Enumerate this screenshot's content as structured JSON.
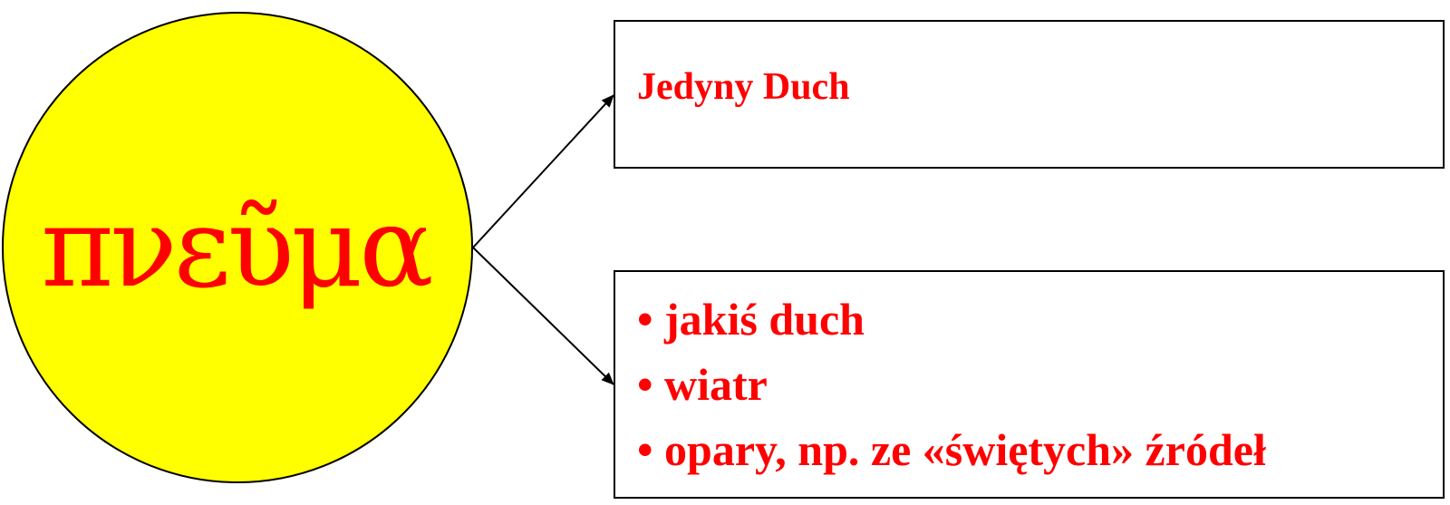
{
  "colors": {
    "circle_fill": "#ffff00",
    "text": "#ff0000",
    "line": "#000000"
  },
  "circle": {
    "word": "πνεῦμα"
  },
  "top_box": {
    "text": "Jedyny Duch"
  },
  "bottom_box": {
    "bullet": "•",
    "items": [
      "jakiś duch",
      "wiatr",
      "opary, np. ze «świętych» źródeł"
    ]
  }
}
